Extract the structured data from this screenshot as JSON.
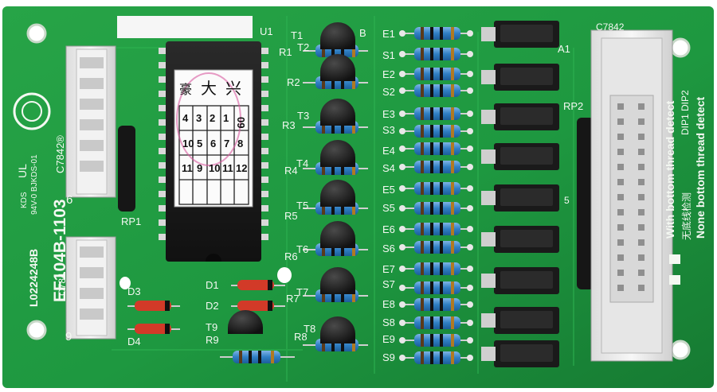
{
  "board": {
    "model": "EF104B-1103",
    "serial": "L0224248B",
    "maker_code": "KDS",
    "ul_code": "94V-0 BJKDS-01",
    "ul_mark": "UL",
    "c7842_top": "C7842",
    "c7842_left": "C7842®",
    "c784_bottom": "C784",
    "side_text_1": "With bottom thread detect",
    "side_text_2": "None bottom thread detect",
    "side_cn": "无底线检测",
    "dip_labels": "DIP1  DIP2",
    "colors": {
      "pcb": "#1f9b3f",
      "pcb_dark": "#15752d",
      "silk": "#f4f8f2",
      "component": "#1b1b1b",
      "resistor": "#2f7fc4",
      "connector": "#eeeeee"
    }
  },
  "designators": {
    "u1": "U1",
    "rp1": "RP1",
    "rp2": "RP2",
    "t": [
      "T1",
      "T2",
      "T3",
      "T4",
      "T5",
      "T6",
      "T7",
      "T8",
      "T9"
    ],
    "r": [
      "R1",
      "R2",
      "R3",
      "R4",
      "R5",
      "R6",
      "R7",
      "R8",
      "R9"
    ],
    "e": [
      "E1",
      "E2",
      "E3",
      "E4",
      "E5",
      "E6",
      "E7",
      "E8",
      "E9"
    ],
    "s": [
      "S1",
      "S2",
      "S3",
      "S4",
      "S5",
      "S6",
      "S7",
      "S8",
      "S9"
    ],
    "d": [
      "D1",
      "D2",
      "D3",
      "D4"
    ],
    "a1": "A1",
    "bot_nums": [
      "6",
      "9",
      "5"
    ],
    "misc_b": "B"
  },
  "chip_label": {
    "title_row": [
      "兴",
      "大",
      "豪"
    ],
    "row1": [
      "09",
      "1",
      "2",
      "3",
      "4"
    ],
    "row2": [
      "10",
      "5",
      "6",
      "7",
      "8"
    ],
    "row3": [
      "11",
      "9",
      "10",
      "11",
      "12"
    ]
  }
}
